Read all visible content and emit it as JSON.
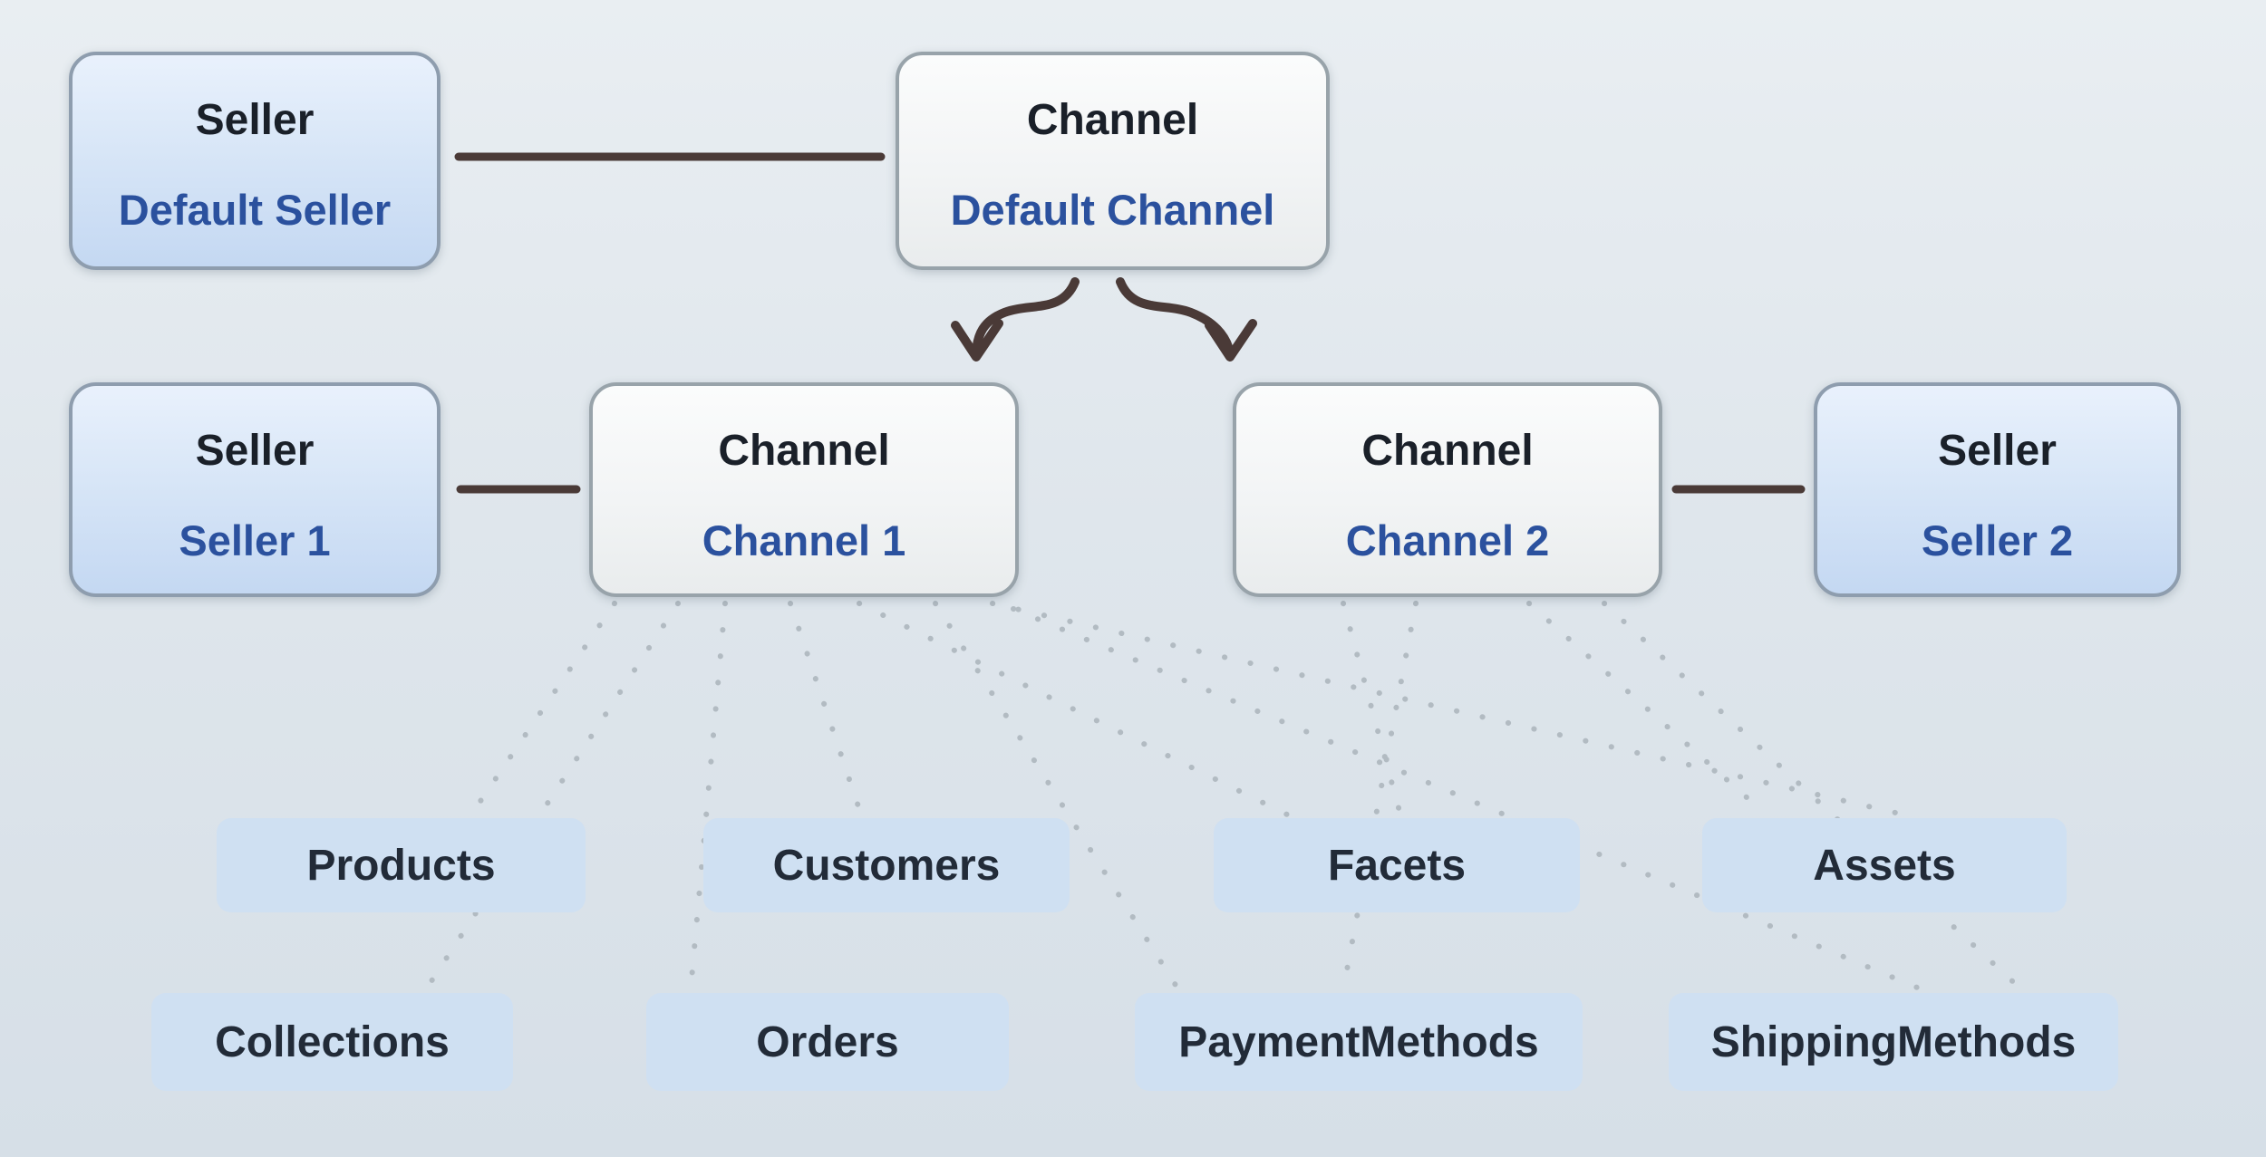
{
  "colors": {
    "bg-top": "#e9eef2",
    "bg-mid": "#dfe6ec",
    "bg-bottom": "#d6dfe7",
    "connector-color": "#4a3a37",
    "dot-color": "#b2bbc2",
    "seller-top": "#e9f1fc",
    "seller-mid": "#d8e6f7",
    "seller-bottom": "#c4d8f2",
    "seller-border": "#8e9dae",
    "channel-top": "#fbfcfc",
    "channel-mid": "#f2f4f5",
    "channel-bottom": "#e9eced",
    "channel-border": "#98a3aa",
    "title-color": "#1a2029",
    "subtitle-color": "#2b519e",
    "entity-fill": "#cfe0f2",
    "entity-text": "#222b38"
  },
  "nodes": {
    "seller_default": {
      "type_label": "Seller",
      "name": "Default Seller"
    },
    "channel_default": {
      "type_label": "Channel",
      "name": "Default Channel"
    },
    "seller_1": {
      "type_label": "Seller",
      "name": "Seller 1"
    },
    "channel_1": {
      "type_label": "Channel",
      "name": "Channel 1"
    },
    "channel_2": {
      "type_label": "Channel",
      "name": "Channel 2"
    },
    "seller_2": {
      "type_label": "Seller",
      "name": "Seller 2"
    }
  },
  "entities": [
    {
      "label": "Products"
    },
    {
      "label": "Customers"
    },
    {
      "label": "Facets"
    },
    {
      "label": "Assets"
    },
    {
      "label": "Collections"
    },
    {
      "label": "Orders"
    },
    {
      "label": "PaymentMethods"
    },
    {
      "label": "ShippingMethods"
    }
  ],
  "edges": {
    "solid": [
      {
        "from": "Default Seller",
        "to": "Default Channel"
      },
      {
        "from": "Seller 1",
        "to": "Channel 1"
      },
      {
        "from": "Channel 2",
        "to": "Seller 2"
      }
    ],
    "arrows": [
      {
        "from": "Default Channel",
        "to": "Channel 1"
      },
      {
        "from": "Default Channel",
        "to": "Channel 2"
      }
    ],
    "dotted": [
      {
        "from": "Channel 1",
        "to": "Products"
      },
      {
        "from": "Channel 1",
        "to": "Collections"
      },
      {
        "from": "Channel 1",
        "to": "Customers"
      },
      {
        "from": "Channel 1",
        "to": "Orders"
      },
      {
        "from": "Channel 1",
        "to": "Facets"
      },
      {
        "from": "Channel 1",
        "to": "PaymentMethods"
      },
      {
        "from": "Channel 1",
        "to": "Assets"
      },
      {
        "from": "Channel 1",
        "to": "ShippingMethods"
      },
      {
        "from": "Channel 2",
        "to": "Facets"
      },
      {
        "from": "Channel 2",
        "to": "PaymentMethods"
      },
      {
        "from": "Channel 2",
        "to": "Assets"
      },
      {
        "from": "Channel 2",
        "to": "ShippingMethods"
      }
    ]
  }
}
